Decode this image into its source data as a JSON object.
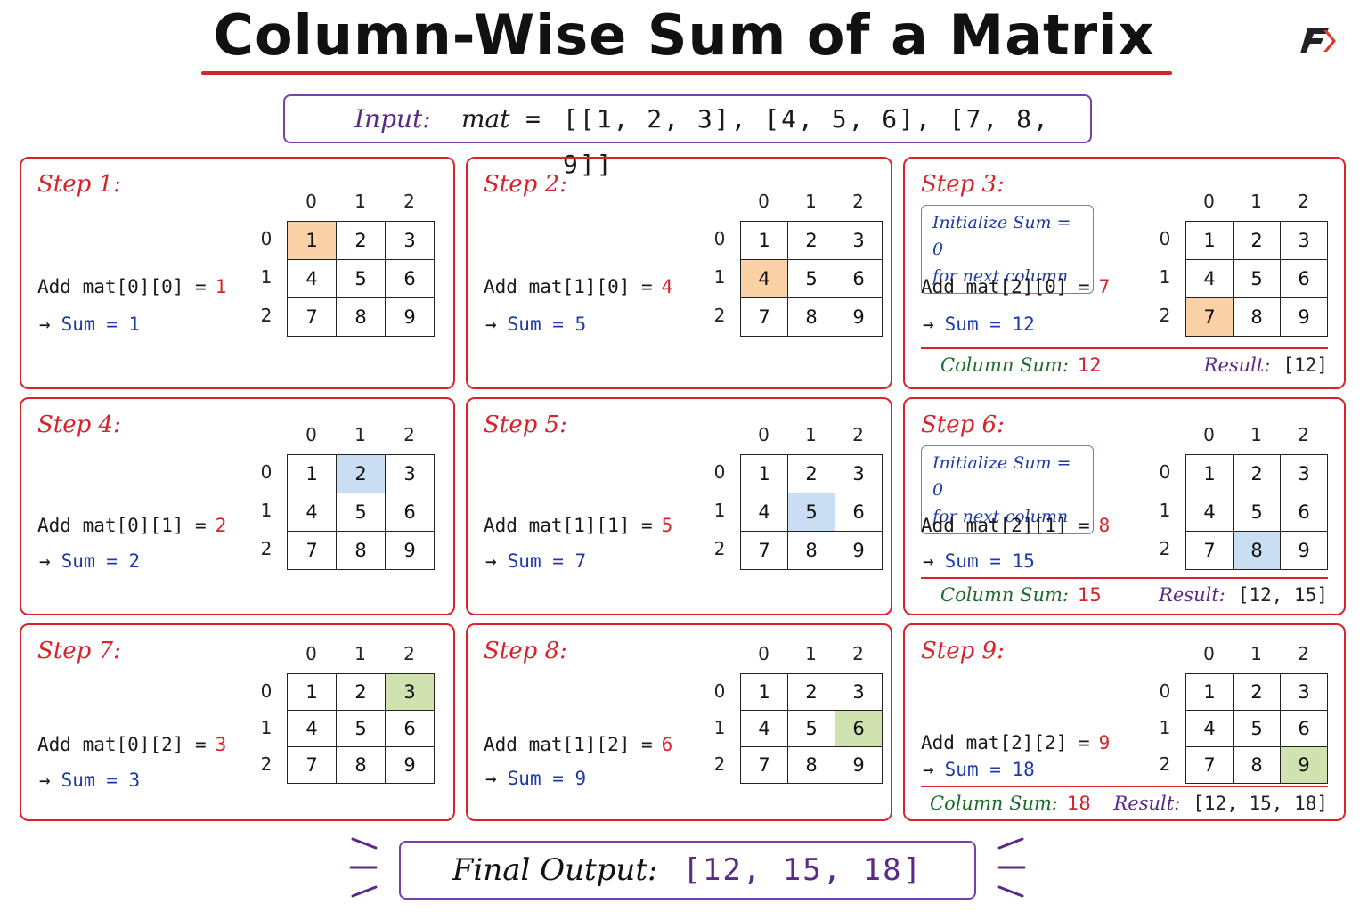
{
  "title": "Column-Wise Sum of a Matrix",
  "logo_text": "F",
  "input": {
    "label": "Input:",
    "var": "mat",
    "eq": "=",
    "value": "[[1, 2, 3], [4, 5, 6], [7, 8, 9]]"
  },
  "matrix": {
    "col_headers": [
      "0",
      "1",
      "2"
    ],
    "row_headers": [
      "0",
      "1",
      "2"
    ],
    "rows": [
      [
        "1",
        "2",
        "3"
      ],
      [
        "4",
        "5",
        "6"
      ],
      [
        "7",
        "8",
        "9"
      ]
    ]
  },
  "steps": [
    {
      "title": "Step 1:",
      "add_text": "Add mat[0][0] =",
      "add_value": "1",
      "sum_text": "Sum = 1",
      "highlight": [
        0,
        0
      ],
      "color": "orange"
    },
    {
      "title": "Step 2:",
      "add_text": "Add mat[1][0] =",
      "add_value": "4",
      "sum_text": "Sum = 5",
      "highlight": [
        1,
        0
      ],
      "color": "orange"
    },
    {
      "title": "Step 3:",
      "init_line1": "Initialize Sum = 0",
      "init_line2": "for next column",
      "add_text": "Add mat[2][0] =",
      "add_value": "7",
      "sum_text": "Sum = 12",
      "highlight": [
        2,
        0
      ],
      "color": "orange",
      "colsum_label": "Column Sum:",
      "colsum_value": "12",
      "result_label": "Result:",
      "result_value": "[12]"
    },
    {
      "title": "Step 4:",
      "add_text": "Add mat[0][1] =",
      "add_value": "2",
      "sum_text": "Sum = 2",
      "highlight": [
        0,
        1
      ],
      "color": "blue"
    },
    {
      "title": "Step 5:",
      "add_text": "Add mat[1][1] =",
      "add_value": "5",
      "sum_text": "Sum = 7",
      "highlight": [
        1,
        1
      ],
      "color": "blue"
    },
    {
      "title": "Step 6:",
      "init_line1": "Initialize Sum = 0",
      "init_line2": "for next column",
      "add_text": "Add mat[2][1] =",
      "add_value": "8",
      "sum_text": "Sum = 15",
      "highlight": [
        2,
        1
      ],
      "color": "blue",
      "colsum_label": "Column Sum:",
      "colsum_value": "15",
      "result_label": "Result:",
      "result_value": "[12, 15]"
    },
    {
      "title": "Step 7:",
      "add_text": "Add mat[0][2] =",
      "add_value": "3",
      "sum_text": "Sum = 3",
      "highlight": [
        0,
        2
      ],
      "color": "green"
    },
    {
      "title": "Step 8:",
      "add_text": "Add mat[1][2] =",
      "add_value": "6",
      "sum_text": "Sum = 9",
      "highlight": [
        1,
        2
      ],
      "color": "green"
    },
    {
      "title": "Step 9:",
      "add_text": "Add mat[2][2] =",
      "add_value": "9",
      "sum_text": "Sum = 18",
      "highlight": [
        2,
        2
      ],
      "color": "green",
      "colsum_label": "Column Sum:",
      "colsum_value": "18",
      "result_label": "Result:",
      "result_value": "[12, 15, 18]"
    }
  ],
  "final": {
    "label": "Final Output:",
    "value": "[12, 15, 18]"
  },
  "colors": {
    "red": "#d8232a",
    "purple": "#7a3fa5",
    "orange_highlight": "#fbd1a8",
    "blue_highlight": "#c9def2",
    "green_highlight": "#cfe2b0",
    "sum_blue": "#1e3aa8",
    "colsum_green": "#1c6b2a"
  }
}
